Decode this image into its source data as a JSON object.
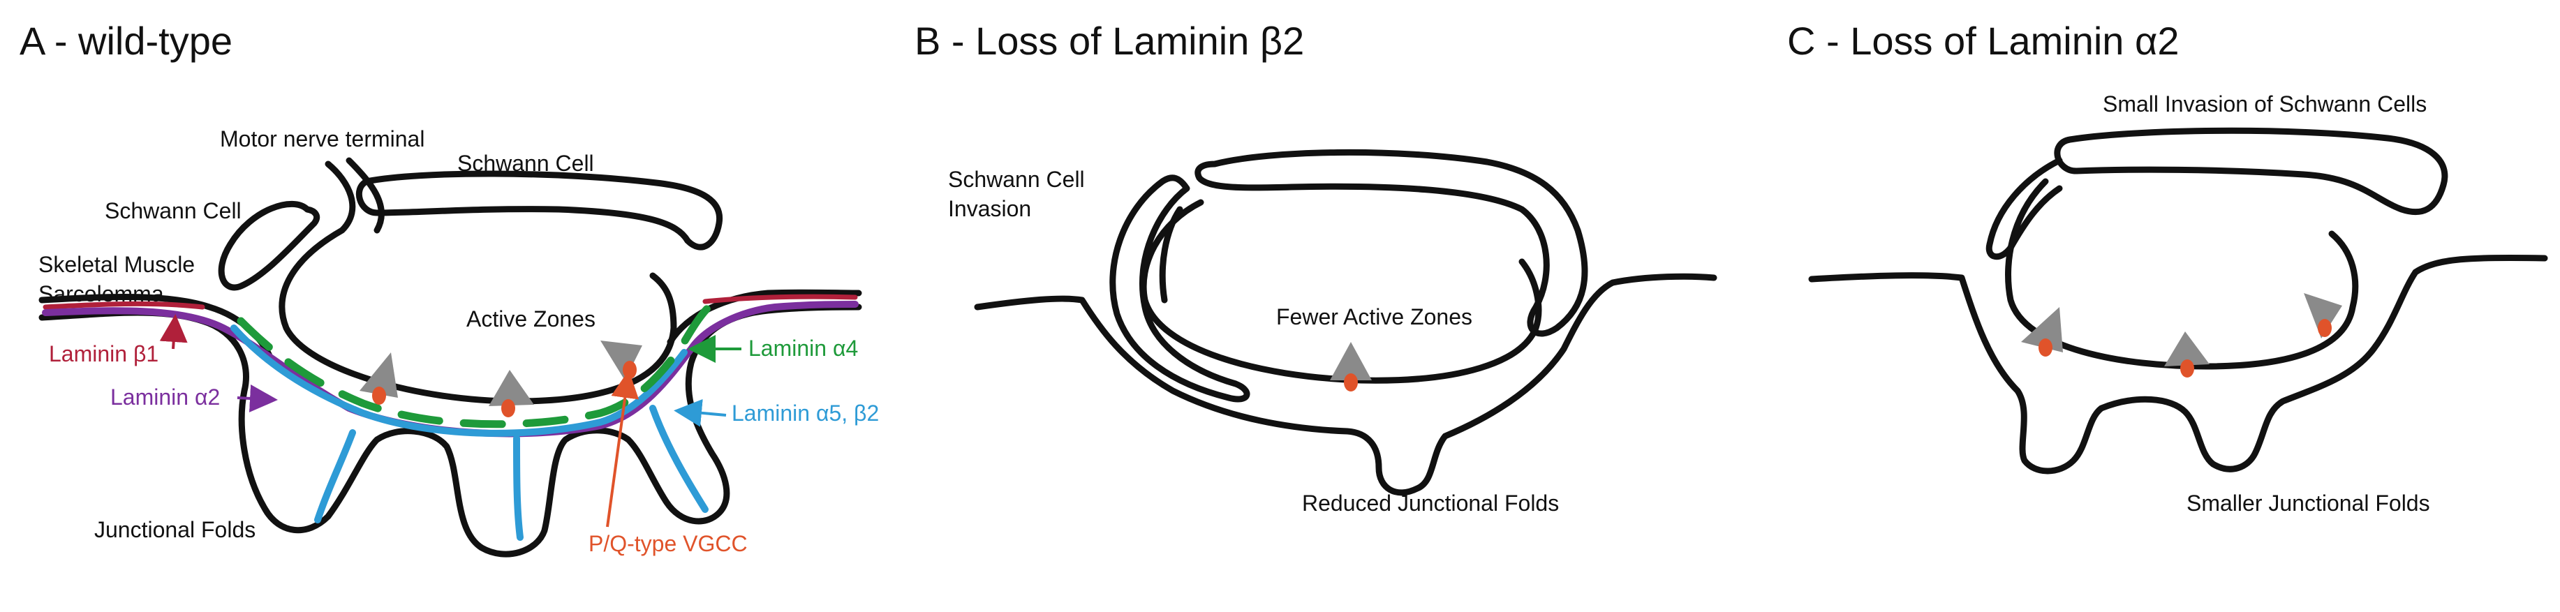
{
  "panels": {
    "a": {
      "title": "A - wild-type",
      "labels": {
        "motor_nerve_terminal": "Motor nerve terminal",
        "schwann_cell_top": "Schwann Cell",
        "schwann_cell_left": "Schwann Cell",
        "skeletal_muscle": "Skeletal Muscle",
        "sarcolemma": "Sarcolemma",
        "active_zones": "Active Zones",
        "laminin_b1": "Laminin β1",
        "laminin_a2": "Laminin α2",
        "laminin_a4": "Laminin α4",
        "laminin_a5_b2": "Laminin α5, β2",
        "junctional_folds": "Junctional Folds",
        "pq_vgcc": "P/Q-type VGCC"
      }
    },
    "b": {
      "title": "B - Loss of Laminin β2",
      "labels": {
        "schwann_invasion_1": "Schwann Cell",
        "schwann_invasion_2": "Invasion",
        "fewer_active_zones": "Fewer Active Zones",
        "reduced_folds": "Reduced Junctional Folds"
      }
    },
    "c": {
      "title": "C - Loss of Laminin α2",
      "labels": {
        "small_invasion": "Small Invasion of Schwann Cells",
        "smaller_folds": "Smaller Junctional Folds"
      }
    }
  },
  "colors": {
    "outline": "#111111",
    "laminin_b1": "#b0203a",
    "laminin_a2": "#7b2f9e",
    "laminin_a4": "#1e9a3a",
    "laminin_a5_b2": "#2e9bd6",
    "pq_vgcc": "#e0532a",
    "active_zone": "#8a8a8a"
  }
}
